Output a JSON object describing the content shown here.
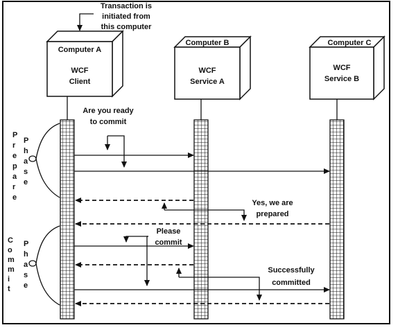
{
  "note": {
    "line1": "Transaction is",
    "line2": "initiated from",
    "line3": "this computer"
  },
  "computers": [
    {
      "name": "Computer A",
      "role_line1": "WCF",
      "role_line2": "Client"
    },
    {
      "name": "Computer B",
      "role_line1": "WCF",
      "role_line2": "Service A"
    },
    {
      "name": "Computer C",
      "role_line1": "WCF",
      "role_line2": "Service B"
    }
  ],
  "phases": {
    "prepare_word1": "Prepare",
    "prepare_word2": "Phase",
    "commit_word1": "Commit",
    "commit_word2": "Phase"
  },
  "messages": {
    "ready_line1": "Are you ready",
    "ready_line2": "to commit",
    "prepared_line1": "Yes, we are",
    "prepared_line2": "prepared",
    "please_line1": "Please",
    "please_line2": "commit",
    "success_line1": "Successfully",
    "success_line2": "committed"
  }
}
